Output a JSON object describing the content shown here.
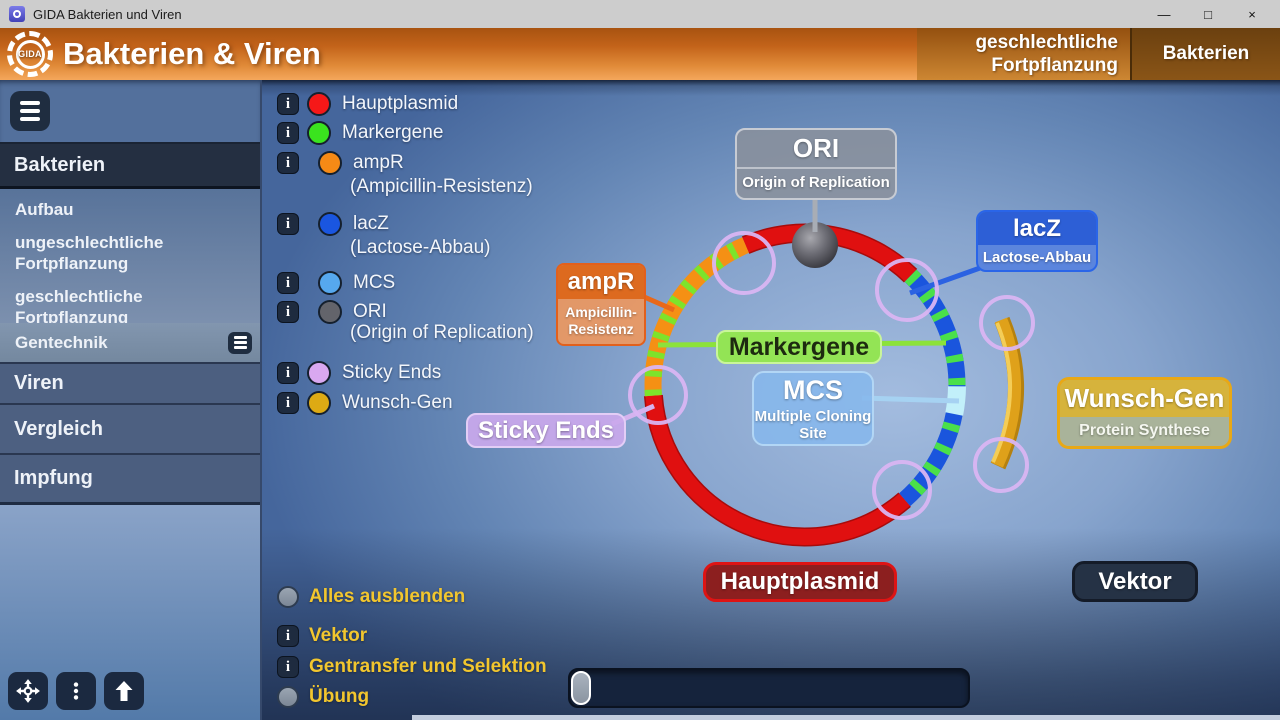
{
  "window": {
    "title": "GIDA Bakterien und Viren",
    "controls": {
      "minimize": "—",
      "maximize": "□",
      "close": "×"
    }
  },
  "header": {
    "logo_text": "GIDA",
    "app_title": "Bakterien & Viren",
    "tabs": [
      {
        "line1": "geschlechtliche",
        "line2": "Fortpflanzung"
      },
      {
        "label": "Bakterien"
      }
    ]
  },
  "sidebar": {
    "section_bakterien": "Bakterien",
    "items": [
      "Aufbau",
      "ungeschlechtliche Fortpflanzung",
      "geschlechtliche Fortpflanzung",
      "Gentechnik"
    ],
    "section_viren": "Viren",
    "section_vergleich": "Vergleich",
    "section_impfung": "Impfung"
  },
  "icons": {
    "info": "i"
  },
  "legend": {
    "items": [
      {
        "label": "Hauptplasmid",
        "color": "#f51818"
      },
      {
        "label": "Markergene",
        "color": "#3ae41e"
      },
      {
        "label": "ampR",
        "sub": "(Ampicillin-Resistenz)",
        "color": "#f68a16"
      },
      {
        "label": "lacZ",
        "sub": "(Lactose-Abbau)",
        "color": "#1a56e0"
      },
      {
        "label": "MCS",
        "color": "#56a8ee"
      },
      {
        "label": "ORI",
        "sub": "(Origin of Replication)",
        "color": "#63646b"
      },
      {
        "label": "Sticky Ends",
        "color": "#d9a8f0"
      },
      {
        "label": "Wunsch-Gen",
        "color": "#ddaa14"
      }
    ]
  },
  "diagram": {
    "ori": {
      "title": "ORI",
      "subtitle": "Origin of Replication"
    },
    "lacz": {
      "title": "lacZ",
      "subtitle": "Lactose-Abbau"
    },
    "ampr": {
      "title": "ampR",
      "subtitle": "Ampicillin-Resistenz"
    },
    "markergene": {
      "title": "Markergene"
    },
    "mcs": {
      "title": "MCS",
      "subtitle": "Multiple Cloning Site"
    },
    "sticky_ends": {
      "title": "Sticky Ends"
    },
    "wunsch_gen": {
      "title": "Wunsch-Gen",
      "subtitle": "Protein Synthese"
    },
    "hauptplasmid": {
      "title": "Hauptplasmid"
    },
    "vektor": {
      "title": "Vektor"
    }
  },
  "footer": {
    "hide_all": "Alles ausblenden",
    "vektor": "Vektor",
    "gentransfer": "Gentransfer und Selektion",
    "uebung": "Übung"
  },
  "colors": {
    "ring_red": "#e01010",
    "stripe_green": "#7de32b",
    "ampr_orange": "#f59014",
    "lacz_blue": "#1a55dd",
    "mcs_cyan": "#c2f0fa",
    "wunschgen_gold": "#dfa11a",
    "sticky_lavender": "#d9b5f2",
    "footer_yellow": "#f2c62e"
  }
}
